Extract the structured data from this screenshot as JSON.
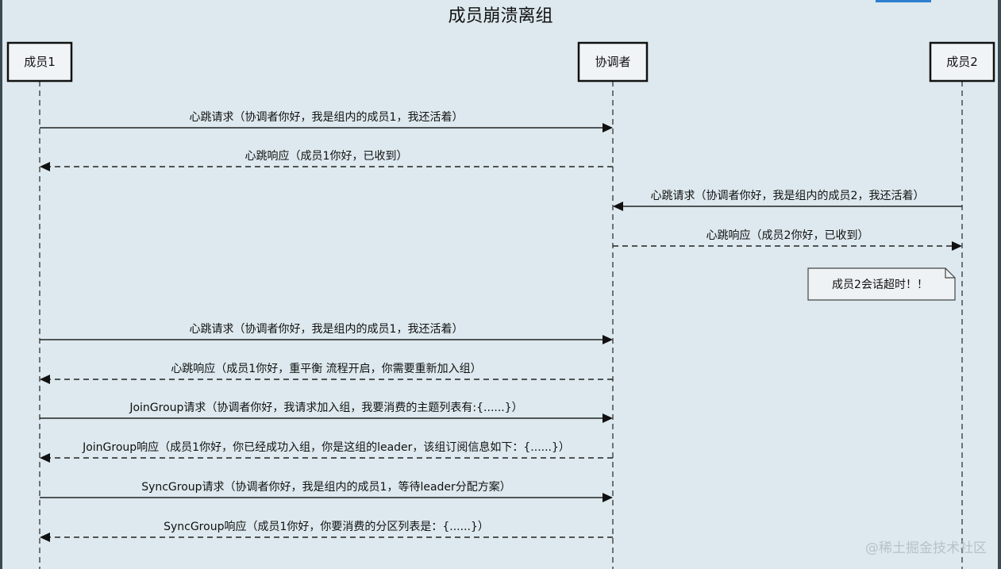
{
  "title": "成员崩溃离组",
  "participants": [
    "成员1",
    "协调者",
    "成员2"
  ],
  "messages": [
    {
      "from": 0,
      "to": 1,
      "style": "solid",
      "label": "心跳请求（协调者你好，我是组内的成员1，我还活着）"
    },
    {
      "from": 1,
      "to": 0,
      "style": "dashed",
      "label": "心跳响应（成员1你好，已收到）"
    },
    {
      "from": 2,
      "to": 1,
      "style": "solid",
      "label": "心跳请求（协调者你好，我是组内的成员2，我还活着）"
    },
    {
      "from": 1,
      "to": 2,
      "style": "dashed",
      "label": "心跳响应（成员2你好，已收到）"
    },
    {
      "from": 0,
      "to": 1,
      "style": "solid",
      "label": "心跳请求（协调者你好，我是组内的成员1，我还活着）"
    },
    {
      "from": 1,
      "to": 0,
      "style": "dashed",
      "label": "心跳响应（成员1你好，重平衡 流程开启，你需要重新加入组）"
    },
    {
      "from": 0,
      "to": 1,
      "style": "solid",
      "label": "JoinGroup请求（协调者你好，我请求加入组，我要消费的主题列表有:{......}）"
    },
    {
      "from": 1,
      "to": 0,
      "style": "dashed",
      "label": "JoinGroup响应（成员1你好，你已经成功入组，你是这组的leader，该组订阅信息如下：{......}）"
    },
    {
      "from": 0,
      "to": 1,
      "style": "solid",
      "label": "SyncGroup请求（协调者你好，我是组内的成员1，等待leader分配方案）"
    },
    {
      "from": 1,
      "to": 0,
      "style": "dashed",
      "label": "SyncGroup响应（成员1你好，你要消费的分区列表是：{......}）"
    }
  ],
  "note": {
    "participant": 2,
    "after_message": 3,
    "text": "成员2会话超时！！"
  },
  "watermark": "@稀土掘金技术社区",
  "colors": {
    "background": "#dde9ee",
    "line": "#222222",
    "accent": "#2d7fd0"
  }
}
